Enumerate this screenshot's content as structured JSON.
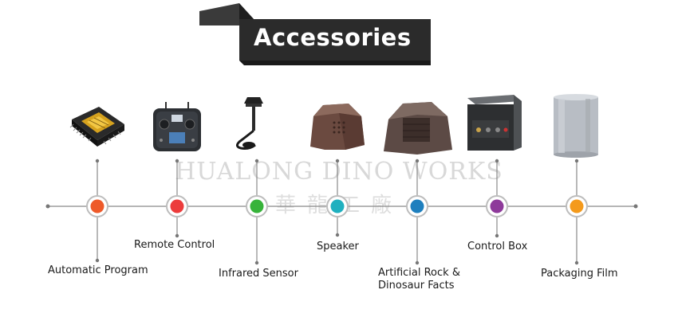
{
  "header": {
    "title": "Accessories"
  },
  "watermark": {
    "line1": "HUALONG DINO WORKS",
    "line2": "華龍工廠"
  },
  "accessories": [
    {
      "label": "Automatic Program",
      "icon": "chip-icon",
      "color": "#ee5a2a"
    },
    {
      "label": "Remote Control",
      "icon": "remote-control-icon",
      "color": "#ec3c3c"
    },
    {
      "label": "Infrared Sensor",
      "icon": "sensor-icon",
      "color": "#37b33a"
    },
    {
      "label": "Speaker",
      "icon": "rock-speaker-icon",
      "color": "#1fb0bf"
    },
    {
      "label": "Artificial Rock &\nDinosaur Facts",
      "icon": "artificial-rock-icon",
      "color": "#1e7fbe"
    },
    {
      "label": "Control Box",
      "icon": "control-box-icon",
      "color": "#8e3a9a"
    },
    {
      "label": "Packaging Film",
      "icon": "packaging-film-icon",
      "color": "#f49a1c"
    }
  ]
}
